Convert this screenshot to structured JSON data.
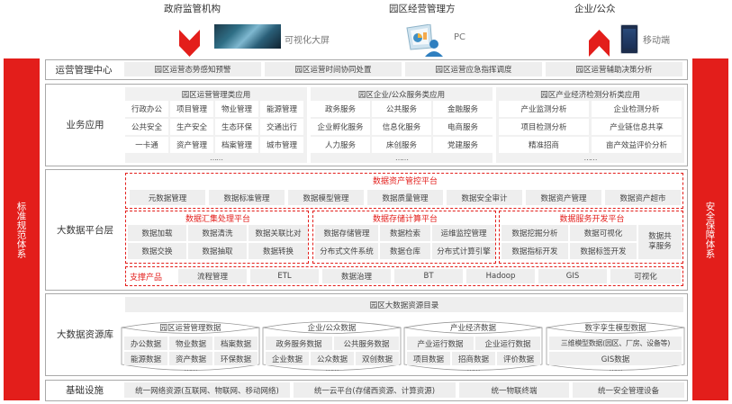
{
  "top": {
    "actors": [
      {
        "label": "政府监管机构",
        "channel": "可视化大屏",
        "icon": "big-screen-icon",
        "arrow": "down"
      },
      {
        "label": "园区经营管理方",
        "channel": "PC",
        "icon": "pc-user-icon"
      },
      {
        "label": "企业/公众",
        "channel": "移动端",
        "icon": "mobile-phone-icon",
        "arrow": "up"
      }
    ]
  },
  "sides": {
    "left": "标准规范体系",
    "right": "安全保障体系"
  },
  "ops_center": {
    "title": "运营管理中心",
    "items": [
      "园区运营态势感知预警",
      "园区运营时间协同处置",
      "园区运营应急指挥调度",
      "园区运营辅助决策分析"
    ]
  },
  "business": {
    "title": "业务应用",
    "groups": [
      {
        "title": "园区运营管理类应用",
        "items": [
          "行政办公",
          "项目管理",
          "物业管理",
          "能源管理",
          "公共安全",
          "生产安全",
          "生态环保",
          "交通出行",
          "一卡通",
          "资产管理",
          "档案管理",
          "城市管理"
        ],
        "more": "……"
      },
      {
        "title": "园区企业/公众服务类应用",
        "items": [
          "政务服务",
          "公共服务",
          "金融服务",
          "企业孵化服务",
          "信息化服务",
          "电商服务",
          "人力服务",
          "床创服务",
          "党建服务"
        ],
        "more": "……"
      },
      {
        "title": "园区产业经济检测分析类应用",
        "items": [
          "产业监测分析",
          "企业检测分析",
          "项目检测分析",
          "产业链信息共享",
          "精准招商",
          "亩产效益评价分析"
        ],
        "more": "……"
      }
    ]
  },
  "bigdata_platform": {
    "title": "大数据平台层",
    "asset_control": {
      "title": "数据资产管控平台",
      "items": [
        "元数据管理",
        "数据标准管理",
        "数据模型管理",
        "数据质量管理",
        "数据安全审计",
        "数据资产管理",
        "数据资产超市"
      ]
    },
    "collection": {
      "title": "数据汇集处理平台",
      "items": [
        "数据加载",
        "数据清洗",
        "数据关联比对",
        "数据交换",
        "数据抽取",
        "数据转换"
      ]
    },
    "storage": {
      "title": "数据存储计算平台",
      "items": [
        "数据存储管理",
        "数据检索",
        "运维监控管理",
        "分布式文件系统",
        "数据仓库",
        "分布式计算引擎"
      ]
    },
    "service": {
      "title": "数据服务开发平台",
      "items": [
        "数据挖掘分析",
        "数据可视化",
        "数据指标开发",
        "数据标签开发"
      ],
      "share": "数据共享服务"
    },
    "support": {
      "title": "支撑产品",
      "items": [
        "流程管理",
        "ETL",
        "数据治理",
        "BT",
        "Hadoop",
        "GIS",
        "可视化"
      ]
    }
  },
  "resource": {
    "title": "大数据资源库",
    "catalog": "园区大数据资源目录",
    "dbs": [
      {
        "title": "园区运营管理数据",
        "rows": [
          [
            "办公数据",
            "物业数据",
            "档案数据"
          ],
          [
            "能源数据",
            "资产数据",
            "环保数据"
          ]
        ],
        "more": "……"
      },
      {
        "title": "企业/公众数据",
        "rows": [
          [
            "政务服务数据",
            "公共服务数据"
          ],
          [
            "企业数据",
            "公众数据",
            "双创数据"
          ]
        ],
        "more": "……"
      },
      {
        "title": "产业经济数据",
        "rows": [
          [
            "产业运行数据",
            "企业运行数据"
          ],
          [
            "项目数据",
            "招商数据",
            "评价数据"
          ]
        ],
        "more": "……"
      },
      {
        "title": "数字孪生模型数据",
        "rows": [
          [
            "三维模型数据(园区、厂房、设备等)"
          ],
          [
            "GIS数据"
          ]
        ],
        "more": "……"
      }
    ]
  },
  "infra": {
    "title": "基础设施",
    "items": [
      "统一网络资源(互联网、物联网、移动网络)",
      "统一云平台(存储西资源、计算资源)",
      "统一物联终端",
      "统一安全管理设备"
    ]
  },
  "colors": {
    "accent": "#e31e1b",
    "cell_bg": "#eeeeee",
    "border": "#a9a9a9"
  }
}
